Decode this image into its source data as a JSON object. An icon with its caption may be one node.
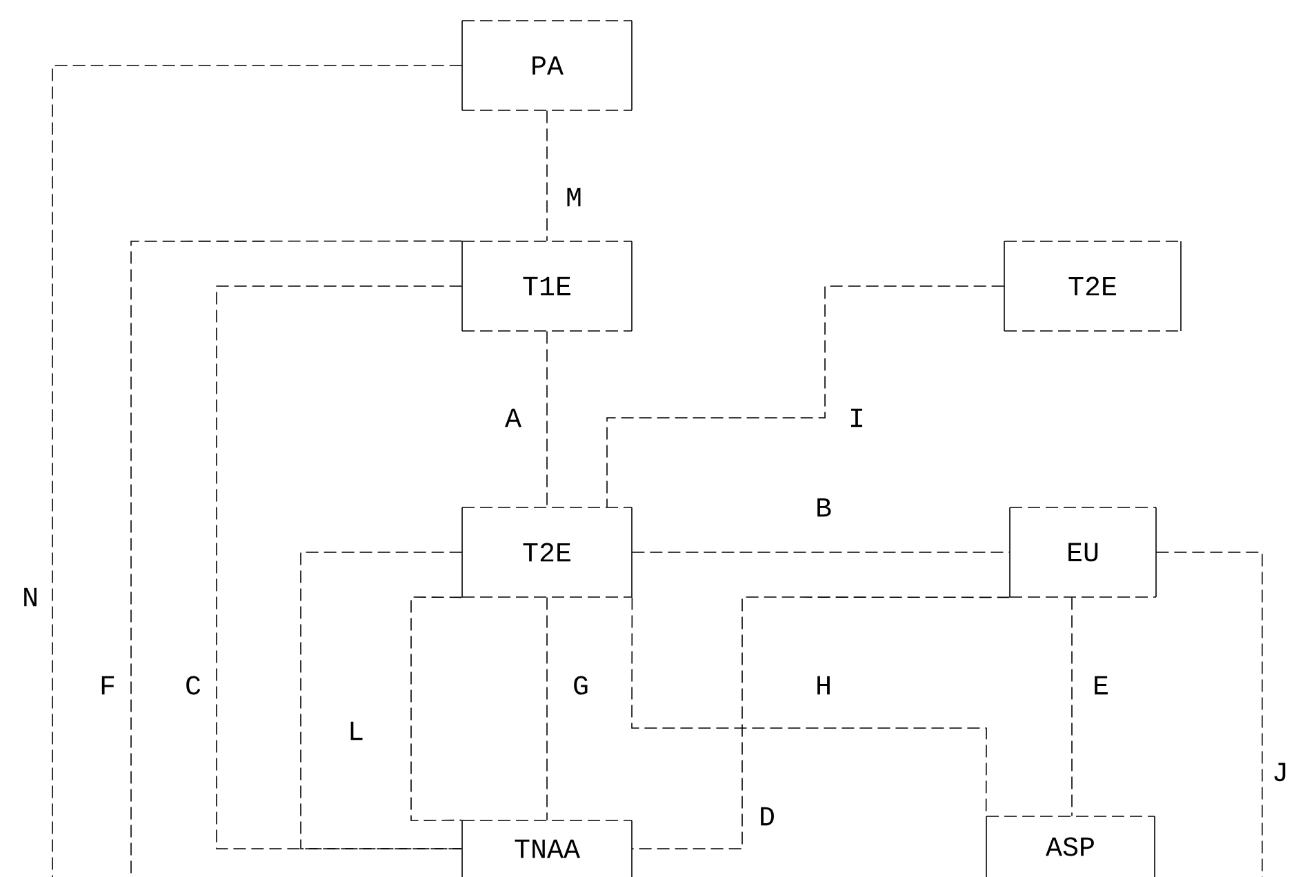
{
  "diagram": {
    "nodes": [
      {
        "text": [
          "PA"
        ]
      },
      {
        "text": [
          "T1E"
        ]
      },
      {
        "text": [
          "T2E"
        ]
      },
      {
        "text": [
          "T2E"
        ]
      },
      {
        "text": [
          "EU"
        ]
      },
      {
        "text": [
          "TNAA"
        ]
      },
      {
        "text": [
          "ASP"
        ]
      }
    ],
    "edges": [
      {
        "from": 0,
        "to": 1,
        "arrow": "none",
        "label": "M"
      },
      {
        "from": 0,
        "to": null,
        "arrow": "none",
        "label": "N"
      },
      {
        "from": 1,
        "to": null,
        "arrow": "none",
        "label": "F"
      },
      {
        "from": 1,
        "to": 5,
        "arrow": "none",
        "label": "C"
      },
      {
        "from": 1,
        "to": 3,
        "arrow": "none",
        "label": "A"
      },
      {
        "from": 2,
        "to": 3,
        "arrow": "none",
        "label": "I"
      },
      {
        "from": 3,
        "to": 4,
        "arrow": "none",
        "label": "B"
      },
      {
        "from": 3,
        "to": 5,
        "arrow": "none",
        "label": "L"
      },
      {
        "from": 3,
        "to": 5,
        "arrow": "none"
      },
      {
        "from": 3,
        "to": 5,
        "arrow": "none",
        "label": "G"
      },
      {
        "from": 3,
        "to": 6,
        "arrow": "none",
        "label": "H"
      },
      {
        "from": 4,
        "to": 5,
        "arrow": "none",
        "label": "D"
      },
      {
        "from": 4,
        "to": 6,
        "arrow": "none",
        "label": "E"
      },
      {
        "from": 4,
        "to": null,
        "arrow": "none",
        "label": "J"
      }
    ]
  }
}
